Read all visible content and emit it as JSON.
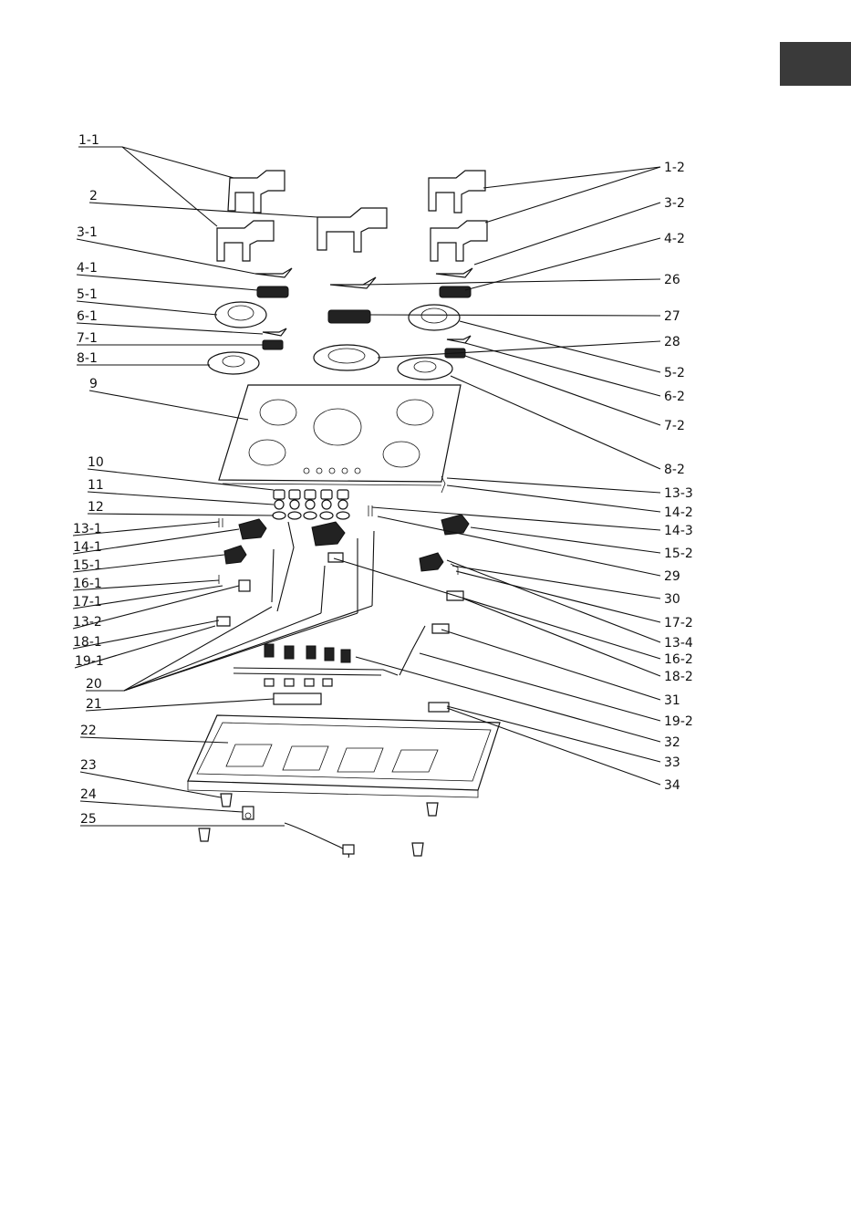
{
  "page": {
    "background": "#ffffff",
    "tab_color": "#3a3a3a"
  },
  "labels_left": [
    {
      "id": "1-1",
      "text": "1-1"
    },
    {
      "id": "2",
      "text": "2"
    },
    {
      "id": "3-1",
      "text": "3-1"
    },
    {
      "id": "4-1",
      "text": "4-1"
    },
    {
      "id": "5-1",
      "text": "5-1"
    },
    {
      "id": "6-1",
      "text": "6-1"
    },
    {
      "id": "7-1",
      "text": "7-1"
    },
    {
      "id": "8-1",
      "text": "8-1"
    },
    {
      "id": "9",
      "text": "9"
    },
    {
      "id": "10",
      "text": "10"
    },
    {
      "id": "11",
      "text": "11"
    },
    {
      "id": "12",
      "text": "12"
    },
    {
      "id": "13-1",
      "text": "13-1"
    },
    {
      "id": "14-1",
      "text": "14-1"
    },
    {
      "id": "15-1",
      "text": "15-1"
    },
    {
      "id": "16-1",
      "text": "16-1"
    },
    {
      "id": "17-1",
      "text": "17-1"
    },
    {
      "id": "13-2",
      "text": "13-2"
    },
    {
      "id": "18-1",
      "text": "18-1"
    },
    {
      "id": "19-1",
      "text": "19-1"
    },
    {
      "id": "20",
      "text": "20"
    },
    {
      "id": "21",
      "text": "21"
    },
    {
      "id": "22",
      "text": "22"
    },
    {
      "id": "23",
      "text": "23"
    },
    {
      "id": "24",
      "text": "24"
    },
    {
      "id": "25",
      "text": "25"
    }
  ],
  "labels_right": [
    {
      "id": "1-2",
      "text": "1-2"
    },
    {
      "id": "3-2",
      "text": "3-2"
    },
    {
      "id": "4-2",
      "text": "4-2"
    },
    {
      "id": "26",
      "text": "26"
    },
    {
      "id": "27",
      "text": "27"
    },
    {
      "id": "28",
      "text": "28"
    },
    {
      "id": "5-2",
      "text": "5-2"
    },
    {
      "id": "6-2",
      "text": "6-2"
    },
    {
      "id": "7-2",
      "text": "7-2"
    },
    {
      "id": "8-2",
      "text": "8-2"
    },
    {
      "id": "13-3",
      "text": "13-3"
    },
    {
      "id": "14-2",
      "text": "14-2"
    },
    {
      "id": "14-3",
      "text": "14-3"
    },
    {
      "id": "15-2",
      "text": "15-2"
    },
    {
      "id": "29",
      "text": "29"
    },
    {
      "id": "30",
      "text": "30"
    },
    {
      "id": "17-2",
      "text": "17-2"
    },
    {
      "id": "13-4",
      "text": "13-4"
    },
    {
      "id": "16-2",
      "text": "16-2"
    },
    {
      "id": "18-2",
      "text": "18-2"
    },
    {
      "id": "31",
      "text": "31"
    },
    {
      "id": "19-2",
      "text": "19-2"
    },
    {
      "id": "32",
      "text": "32"
    },
    {
      "id": "33",
      "text": "33"
    },
    {
      "id": "34",
      "text": "34"
    }
  ]
}
